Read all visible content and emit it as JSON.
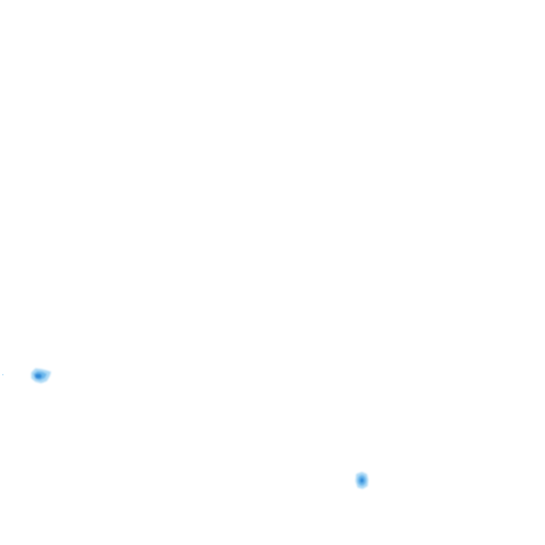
{
  "map": {
    "background_color": "#ffffff",
    "blob_outer_color": "#9fd3f5",
    "blob_mid_color": "#5aaeea",
    "blob_core_color": "#2f8ad8",
    "features": [
      {
        "name": "blob-a",
        "shape": "irregular"
      },
      {
        "name": "blob-b",
        "shape": "rounded"
      }
    ]
  }
}
